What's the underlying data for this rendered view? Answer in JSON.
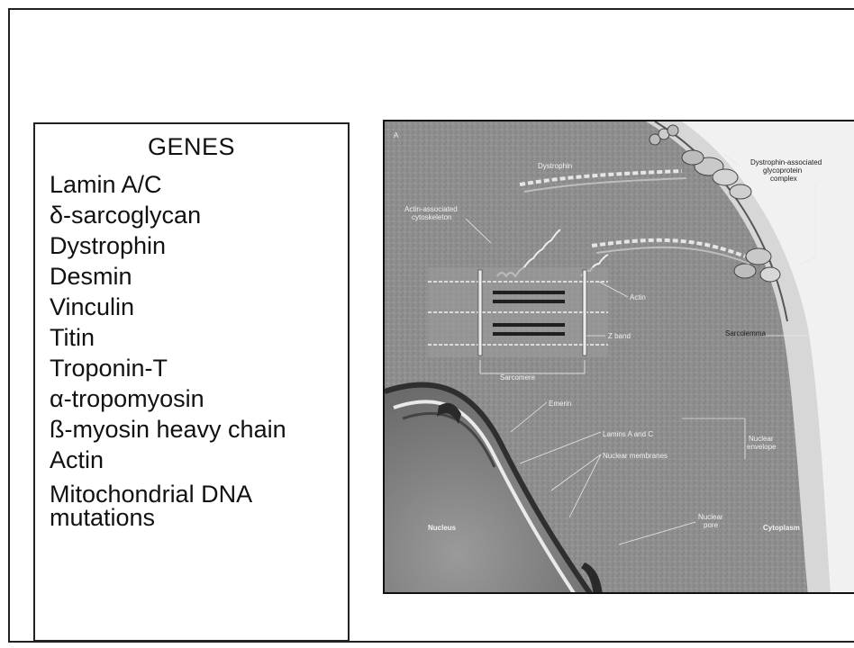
{
  "genes_panel": {
    "title": "GENES",
    "items": [
      "Lamin A/C",
      "δ-sarcoglycan",
      "Dystrophin",
      "Desmin",
      "Vinculin",
      "Titin",
      "Troponin-T",
      "α-tropomyosin",
      "ß-myosin heavy chain",
      "Actin",
      "Mitochondrial DNA mutations"
    ]
  },
  "figure": {
    "panel_letter": "A",
    "labels": {
      "dystrophin": "Dystrophin",
      "dystrophin_complex_1": "Dystrophin-associated",
      "dystrophin_complex_2": "glycoprotein",
      "dystrophin_complex_3": "complex",
      "actin_cytoskeleton_1": "Actin-associated",
      "actin_cytoskeleton_2": "cytoskeleton",
      "actin": "Actin",
      "z_band": "Z band",
      "sarcolemma": "Sarcolemma",
      "sarcomere": "Sarcomere",
      "emerin": "Emerin",
      "lamins": "Lamins A and C",
      "nuclear_envelope_1": "Nuclear",
      "nuclear_envelope_2": "envelope",
      "nuclear_membranes": "Nuclear membranes",
      "nucleus": "Nucleus",
      "nuclear_pore_1": "Nuclear",
      "nuclear_pore_2": "pore",
      "cytoplasm": "Cytoplasm"
    }
  }
}
